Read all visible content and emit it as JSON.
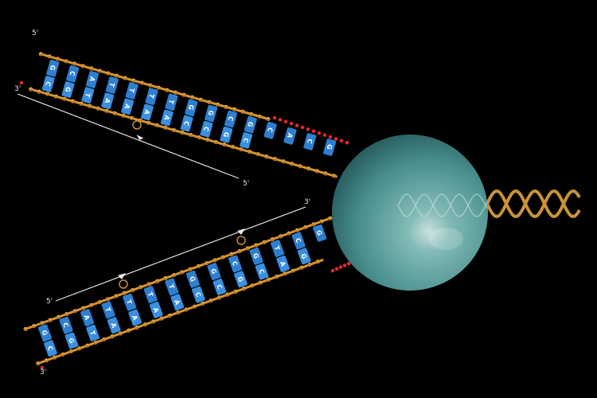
{
  "colors": {
    "background": "#000000",
    "backbone": "#d9932a",
    "base": "#2f7fd0",
    "primer": "#e3262d",
    "sphere": "#5aa7a4",
    "helix": "#c9923a",
    "arrow": "#e8e8e8"
  },
  "top_arm": {
    "label_5_start": "5'",
    "label_3_start": "3'",
    "label_5_end": "5'",
    "paired_bases": [
      [
        "G",
        "C"
      ],
      [
        "C",
        "G"
      ],
      [
        "A",
        "T"
      ],
      [
        "T",
        "A"
      ],
      [
        "T",
        "A"
      ],
      [
        "T",
        "A"
      ],
      [
        "T",
        "A"
      ],
      [
        "G",
        "C"
      ],
      [
        "G",
        "C"
      ],
      [
        "C",
        "G"
      ],
      [
        "G",
        "C"
      ]
    ],
    "unpaired_bases": [
      "C",
      "A",
      "C",
      "G"
    ]
  },
  "bottom_arm": {
    "label_5": "5'",
    "label_3_upper": "3'",
    "label_3_lower": "3'",
    "paired_bases": [
      [
        "G",
        "C"
      ],
      [
        "C",
        "G"
      ],
      [
        "A",
        "T"
      ],
      [
        "T",
        "A"
      ],
      [
        "T",
        "A"
      ],
      [
        "T",
        "A"
      ],
      [
        "T",
        "A"
      ],
      [
        "G",
        "C"
      ],
      [
        "G",
        "C"
      ],
      [
        "C",
        "G"
      ],
      [
        "G",
        "C"
      ],
      [
        "T",
        "A"
      ],
      [
        "C",
        "G"
      ]
    ],
    "unpaired_bases": [
      "G"
    ]
  }
}
